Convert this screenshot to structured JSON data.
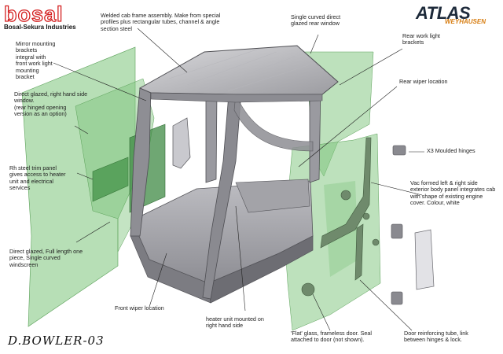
{
  "logos": {
    "bosal": "bosal",
    "bosal_sub": "Bosal-Sekura Industries",
    "atlas": "ATLAS",
    "atlas_sub": "WEYHAUSEN"
  },
  "signature": "D.BOWLER-03",
  "labels": {
    "welded_frame": "Welded cab frame assembly. Make from special\nprofiles plus rectangular tubes, channel & angle\nsection steel",
    "rear_window": "Single curved direct\nglazed rear window",
    "rear_work_light": "Rear work light\nbrackets",
    "rear_wiper": "Rear wiper location",
    "mirror_brackets": "Mirror mounting\nbrackets\nintegral with\nfront work light\nmounting\nbracket",
    "right_side_window": "Direct glazed, right hand side\nwindow.\n(rear hinged opening\nversion as an option)",
    "moulded_hinges": "X3 Moulded hinges",
    "trim_panel": "Rh steel trim panel\ngives access to heater\nunit and electrical\nservices",
    "body_panel": "Vac formed left & right side\nexterior body panel integrates cab\nwith shape of existing engine\ncover. Colour, white",
    "windscreen": "Direct glazed, Full length one\npiece, Single curved\nwindscreen",
    "front_wiper": "Front wiper location",
    "heater_unit": "heater unit mounted on\nright hand side",
    "flat_glass": "'Flat' glass, frameless door. Seal\nattached to door (not shown).",
    "door_tube": "Door reinforcing tube, link\nbetween hinges & lock."
  },
  "colors": {
    "glass": "#7cc47a",
    "frame": "#6f6f73",
    "frame_light": "#a9a9ad",
    "brand_red": "#d41f1f",
    "brand_orange": "#d77c0f",
    "brand_navy": "#1d2a3a"
  }
}
